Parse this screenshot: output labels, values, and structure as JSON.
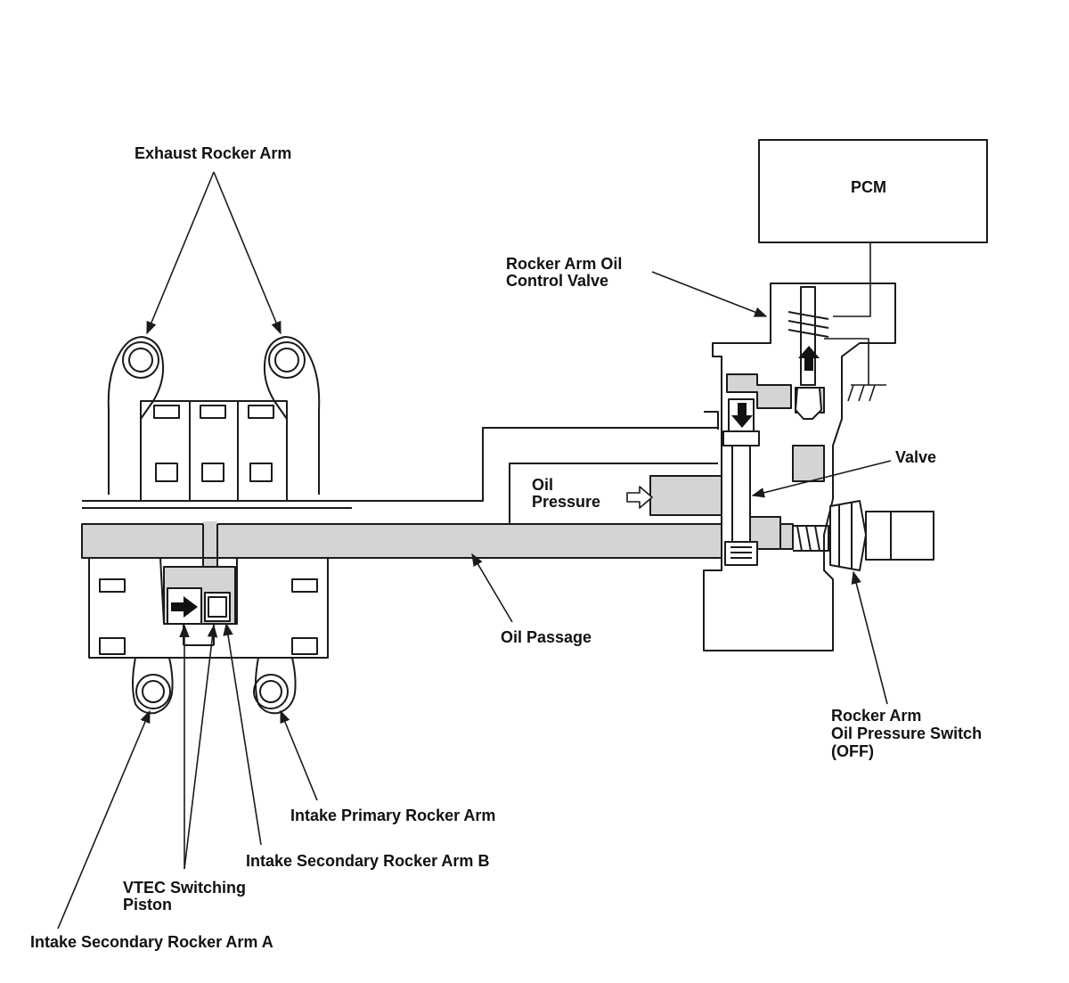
{
  "labels": {
    "exhaust_rocker_arm": "Exhaust Rocker Arm",
    "pcm": "PCM",
    "rocker_arm_oil_control_valve_line1": "Rocker Arm Oil",
    "rocker_arm_oil_control_valve_line2": "Control Valve",
    "valve": "Valve",
    "oil_pressure_line1": "Oil",
    "oil_pressure_line2": "Pressure",
    "oil_passage": "Oil Passage",
    "oil_pressure_switch_line1": "Rocker Arm",
    "oil_pressure_switch_line2": "Oil Pressure Switch",
    "oil_pressure_switch_line3": "(OFF)",
    "intake_primary_rocker_arm": "Intake Primary Rocker Arm",
    "intake_secondary_rocker_arm_b": "Intake Secondary Rocker Arm B",
    "vtec_switching_piston_line1": "VTEC Switching",
    "vtec_switching_piston_line2": "Piston",
    "intake_secondary_rocker_arm_a": "Intake Secondary Rocker Arm A"
  },
  "colors": {
    "line": "#1a1a1a",
    "oil_fill": "#d4d4d4",
    "background": "#ffffff"
  }
}
